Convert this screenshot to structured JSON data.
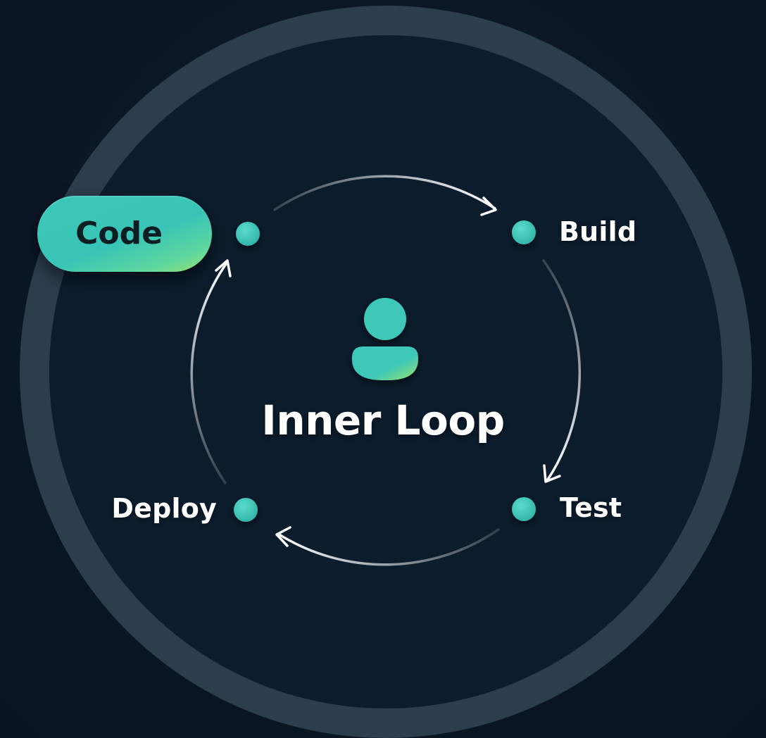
{
  "diagram": {
    "center_title": "Inner Loop",
    "center_icon": "user-icon",
    "stages": {
      "code": "Code",
      "build": "Build",
      "test": "Test",
      "deploy": "Deploy"
    },
    "active_stage": "Code",
    "flow_direction": "clockwise"
  },
  "colors": {
    "background": "#0b1626",
    "outer_ring": "#2c3d4e",
    "inner_disc": "#0b1c2d",
    "accent_teal": "#3cc8b9",
    "accent_green": "#9be36a",
    "arrow": "#ffffff"
  }
}
